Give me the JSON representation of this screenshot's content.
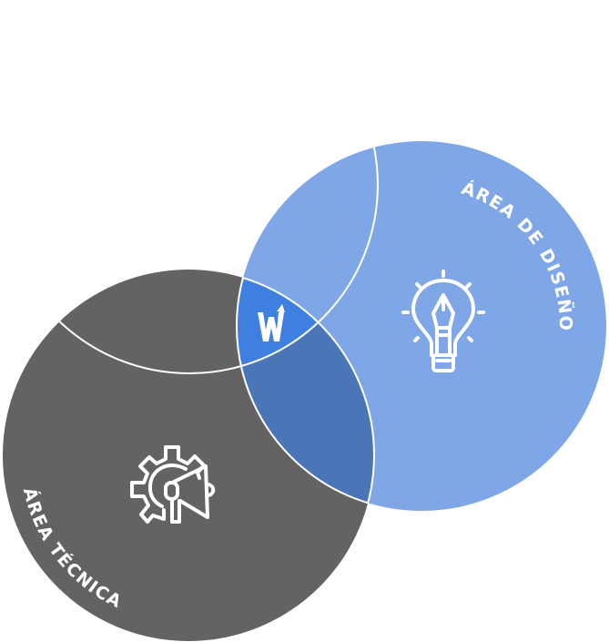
{
  "diagram": {
    "type": "venn",
    "sets": [
      {
        "label": "ÁREA TÉCNICA",
        "icon": "gear-megaphone-icon",
        "color": "#636363"
      },
      {
        "label": "ÁREA DE DISEÑO",
        "icon": "lightbulb-pen-icon",
        "color": "#7fa7e8"
      }
    ],
    "overlap_color": "#4a76b8",
    "center": {
      "logo": "W",
      "icon": "w-arrow-logo-icon",
      "color": "#3f7fe0"
    }
  }
}
